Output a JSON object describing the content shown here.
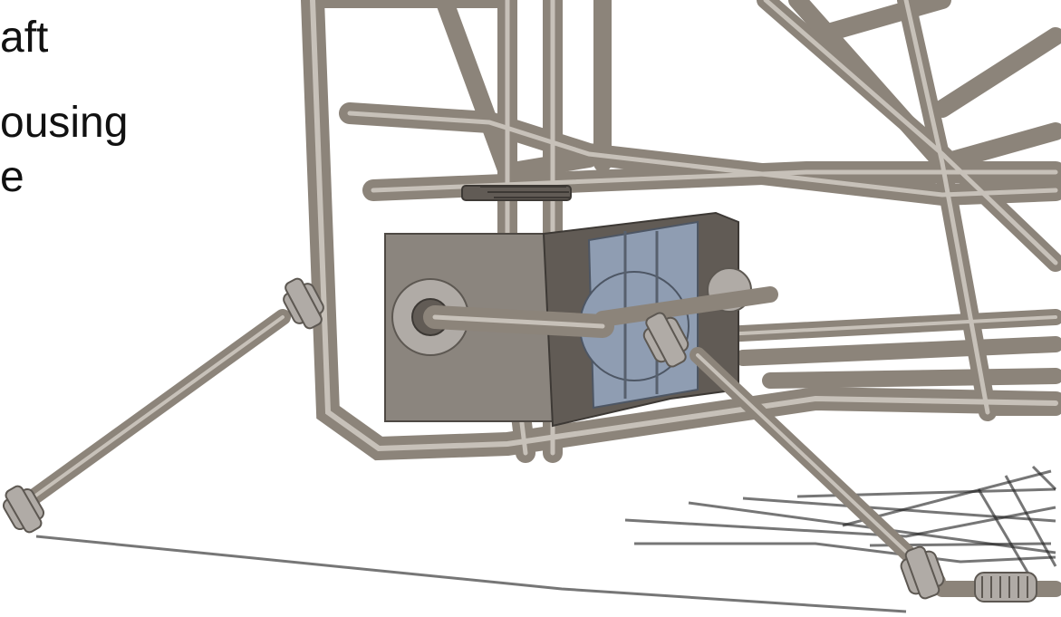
{
  "caption": {
    "line1": "aft",
    "line2": "ousing",
    "line3": "e"
  },
  "palette": {
    "background": "#ffffff",
    "frame": "#8c847a",
    "frame_highlight": "#c7c1b9",
    "housing": "#8b857e",
    "housing_dark": "#615b55",
    "gear_blue": "#8f9db2",
    "shadow": "#222222"
  },
  "icons": {
    "frame": "tube-frame-icon",
    "housing": "gear-housing-icon",
    "shaft": "drive-shaft-icon",
    "joint": "u-joint-icon"
  }
}
